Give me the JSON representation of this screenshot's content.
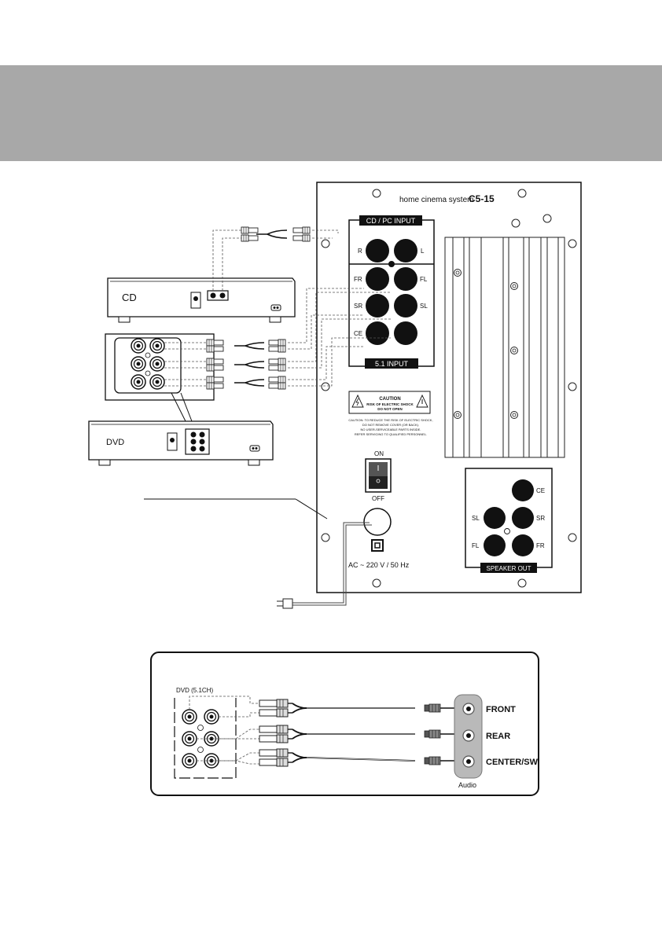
{
  "panel": {
    "model_prefix": "home cinema system",
    "model": "C5-15",
    "cd_pc_input_label": "CD / PC INPUT",
    "input_51_label": "5.1 INPUT",
    "jack_r": "R",
    "jack_l": "L",
    "jack_fr": "FR",
    "jack_fl": "FL",
    "jack_sr": "SR",
    "jack_sl": "SL",
    "jack_ce": "CE",
    "caution_title": "CAUTION",
    "caution_line1": "RISK OF ELECTRIC SHOCK",
    "caution_line2": "DO NOT OPEN",
    "caution_text": [
      "CAUTION: TO REDUCE THE RISK OF ELECTRIC SHOCK,",
      "DO NOT REMOVE COVER (OR BACK).",
      "NO USER-SERVICEABLE PARTS INSIDE.",
      "REFER SERVICING TO QUALIFIED PERSONNEL."
    ],
    "switch_on": "ON",
    "switch_off": "OFF",
    "power_label": "AC ~ 220 V / 50 Hz",
    "speaker_out_label": "SPEAKER OUT",
    "spk_ce": "CE",
    "spk_sl": "SL",
    "spk_sr": "SR",
    "spk_fl": "FL",
    "spk_fr": "FR"
  },
  "devices": {
    "cd_label": "CD",
    "dvd_label": "DVD"
  },
  "lower_diagram": {
    "dvd_label": "DVD (5.1CH)",
    "front_label": "FRONT",
    "rear_label": "REAR",
    "center_label": "CENTER/SW",
    "audio_label": "Audio"
  }
}
